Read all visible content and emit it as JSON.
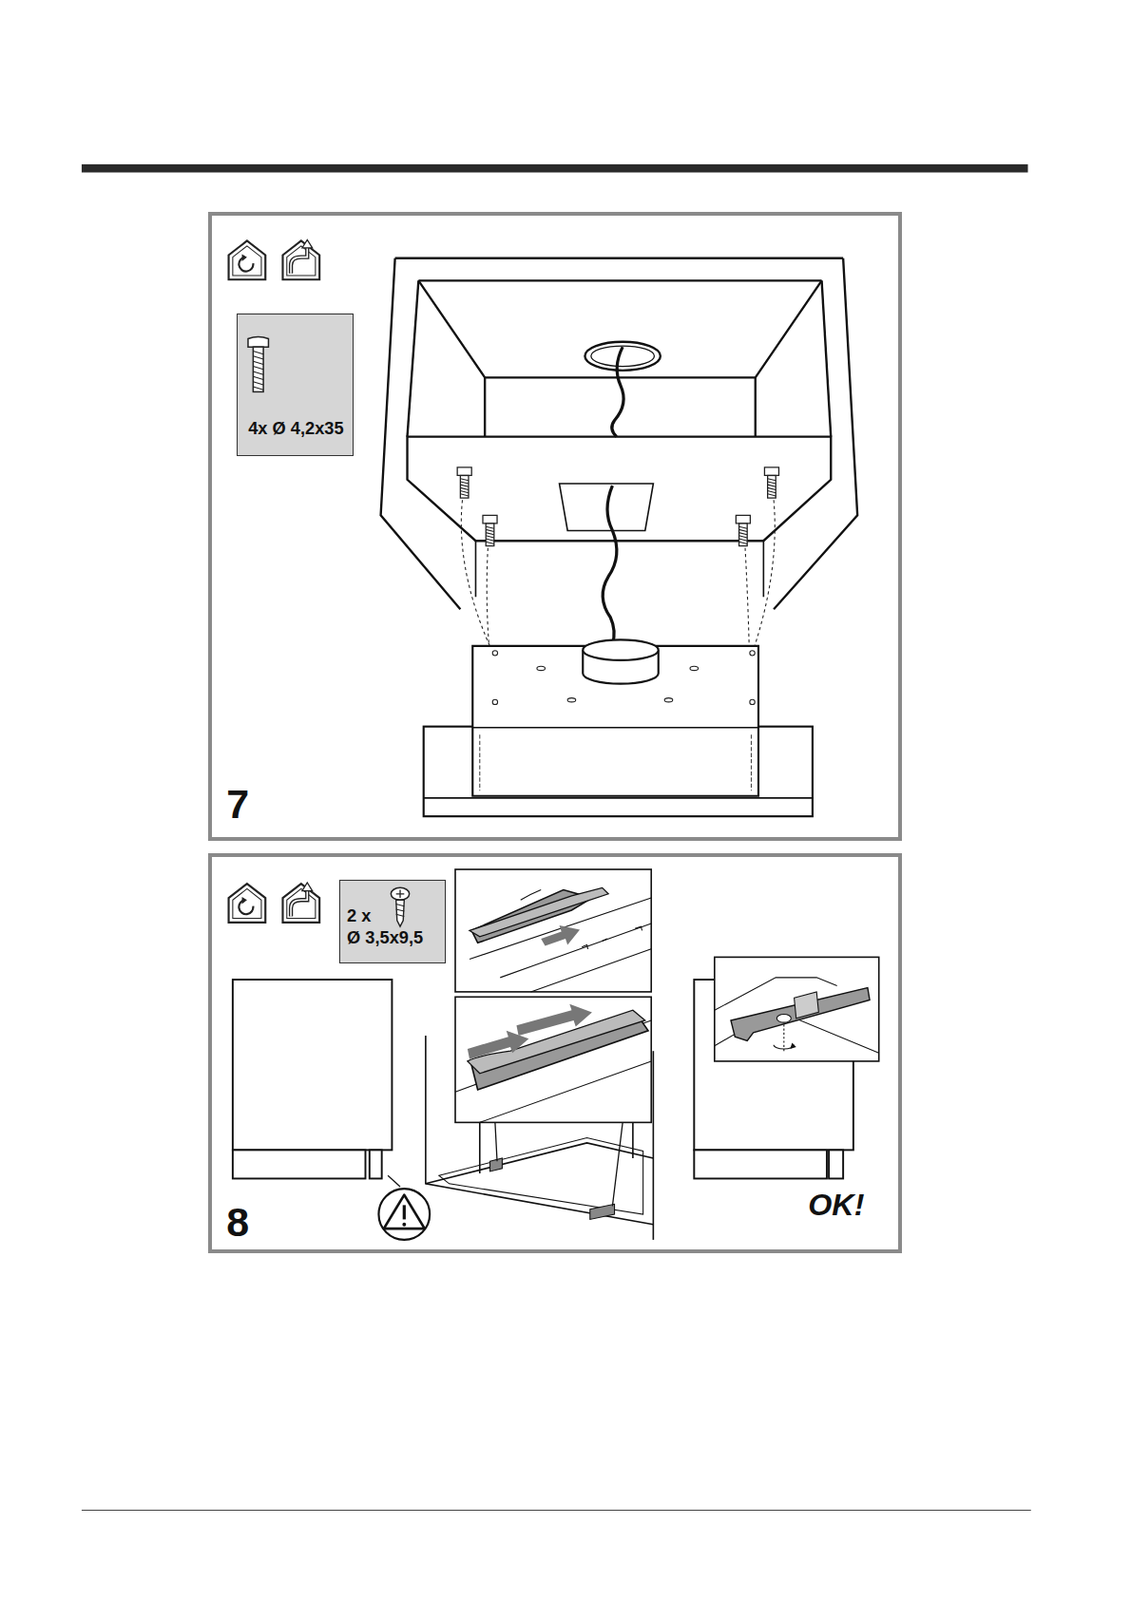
{
  "diagram": {
    "nodes": [
      {
        "text": [
          "7"
        ]
      },
      {
        "text": [
          "4x Ø 4,2x35"
        ],
        "in": 0
      },
      {
        "text": [
          "8",
          "OK!"
        ]
      },
      {
        "text": [
          "2 x",
          "Ø 3,5x9,5"
        ],
        "in": 2
      }
    ]
  }
}
